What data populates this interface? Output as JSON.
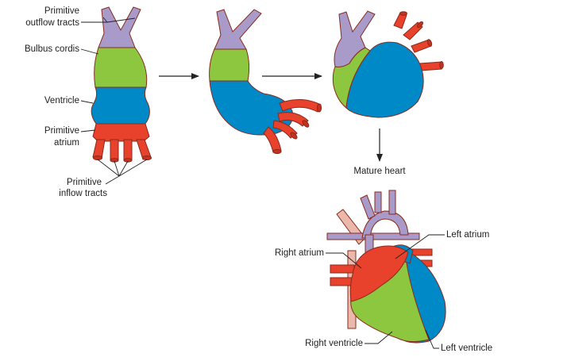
{
  "labels": {
    "outflow_line1": "Primitive",
    "outflow_line2": "outflow tracts",
    "bulbus": "Bulbus cordis",
    "ventricle": "Ventricle",
    "atrium_line1": "Primitive",
    "atrium_line2": "atrium",
    "inflow_line1": "Primitive",
    "inflow_line2": "inflow tracts",
    "mature": "Mature heart",
    "right_atrium": "Right atrium",
    "left_atrium": "Left atrium",
    "right_ventricle": "Right ventricle",
    "left_ventricle": "Left ventricle"
  },
  "colors": {
    "outflow": "#a99bc9",
    "bulbus": "#8dc63f",
    "ventricle": "#0089c7",
    "atrium": "#e8412c",
    "vessel_pale": "#eab9ab",
    "outline": "#8a2a1c",
    "text": "#222222"
  }
}
